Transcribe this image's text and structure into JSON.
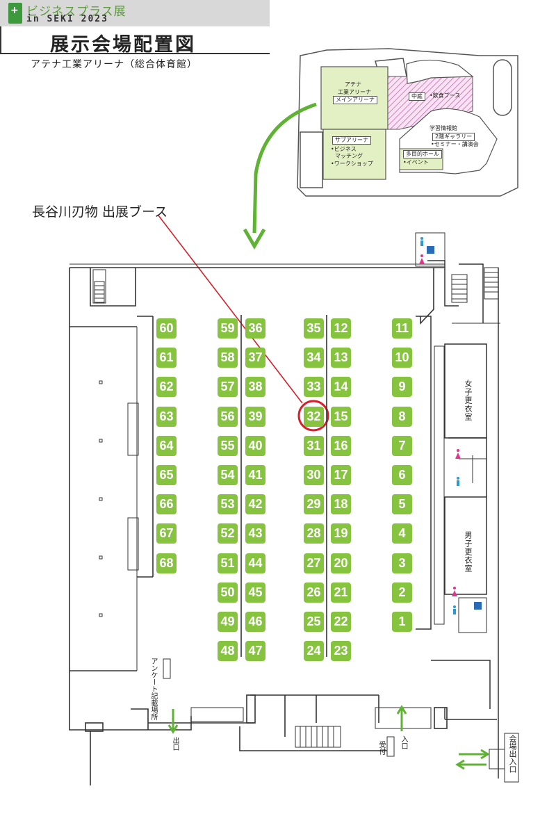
{
  "header": {
    "brand_name": "ビジネスプラス展",
    "brand_sub": "in SEKI 2023",
    "title": "展示会場配置図",
    "venue": "アテナ工業アリーナ（総合体育館）"
  },
  "highlight": {
    "label": "長谷川刃物 出展ブース",
    "booth_number": "32"
  },
  "site_map": {
    "main_arena": [
      "アテナ",
      "工業アリーナ"
    ],
    "main_arena_tag": "メインアリーナ",
    "sub_arena_tag": "サブアリーナ",
    "sub_arena_items": [
      "•ビジネス",
      "マッチング",
      "•ワークショップ"
    ],
    "courtyard_tag": "中庭",
    "courtyard_item": "•飲食ブース",
    "learning_center": "学習情報館",
    "gallery_tag": "2階ギャラリー",
    "gallery_item": "•セミナー・講演会",
    "multi_hall_tag": "多目的ホール",
    "multi_hall_item": "•イベント"
  },
  "floor": {
    "booths": [
      "1",
      "2",
      "3",
      "4",
      "5",
      "6",
      "7",
      "8",
      "9",
      "10",
      "11",
      "12",
      "13",
      "14",
      "15",
      "16",
      "17",
      "18",
      "19",
      "20",
      "21",
      "22",
      "23",
      "24",
      "25",
      "26",
      "27",
      "28",
      "29",
      "30",
      "31",
      "32",
      "33",
      "34",
      "35",
      "36",
      "37",
      "38",
      "39",
      "40",
      "41",
      "42",
      "43",
      "44",
      "45",
      "46",
      "47",
      "48",
      "49",
      "50",
      "51",
      "52",
      "53",
      "54",
      "55",
      "56",
      "57",
      "58",
      "59",
      "60",
      "61",
      "62",
      "63",
      "64",
      "65",
      "66",
      "67",
      "68"
    ],
    "womens_changing": "女子更衣室",
    "mens_changing": "男子更衣室",
    "survey_area": "アンケート記載場所",
    "exit": "出口",
    "entrance": "入口",
    "reception": "受付",
    "venue_entrance": "会場出入口"
  },
  "colors": {
    "booth": "#86c440",
    "arrow": "#5fb233",
    "highlight": "#d81e28",
    "zone": "#e3f0c4",
    "courtyard": "#e8b6dc",
    "wc_female": "#e0338a",
    "wc_male": "#2a9ad0"
  },
  "icons": [
    "restroom-female-icon",
    "restroom-male-icon",
    "accessible-icon",
    "direction-arrow-icon"
  ]
}
